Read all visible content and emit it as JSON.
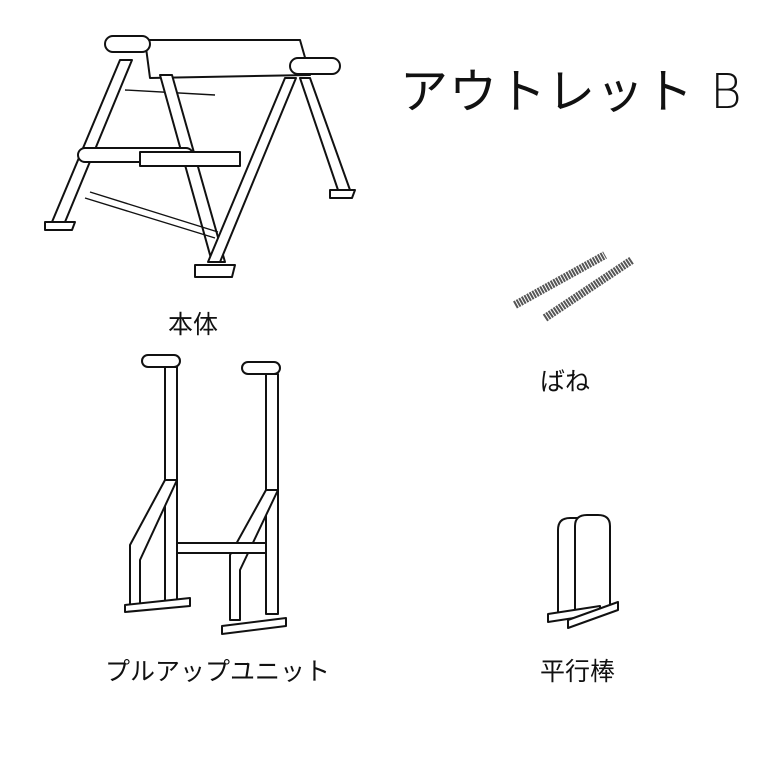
{
  "title": "アウトレット B",
  "items": [
    {
      "label": "本体",
      "icon": "main-body-frame"
    },
    {
      "label": "ばね",
      "icon": "springs"
    },
    {
      "label": "プルアップユニット",
      "icon": "pull-up-unit"
    },
    {
      "label": "平行棒",
      "icon": "parallel-bars"
    }
  ]
}
